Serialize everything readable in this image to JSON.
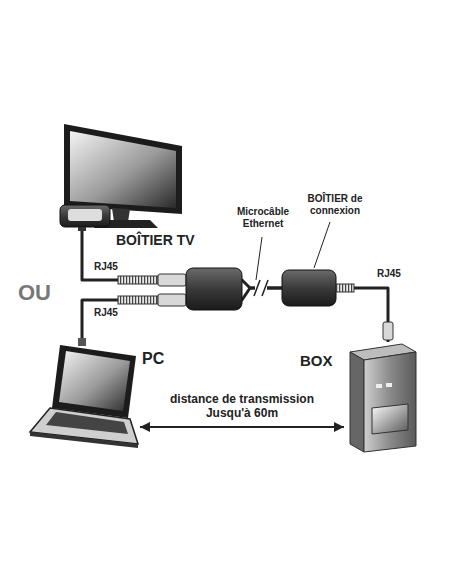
{
  "diagram": {
    "nodes": [
      {
        "text": [
          "BOÎTIER TV"
        ]
      },
      {
        "text": [
          "PC"
        ]
      },
      {
        "text": [
          "BOX"
        ]
      },
      {
        "text": [
          "BOÎTIER de connexion"
        ]
      }
    ],
    "edges": [
      {
        "from": 0,
        "to": 3,
        "arrow": "none"
      },
      {
        "from": 1,
        "to": 3,
        "arrow": "none"
      },
      {
        "from": 3,
        "to": 2,
        "arrow": "none"
      },
      {
        "from": 1,
        "to": 2,
        "arrow": "both",
        "label": "distance de transmission Jusqu'à 60m"
      }
    ],
    "labels": [
      "OU",
      "RJ45",
      "RJ45",
      "Microcâble Ethernet",
      "RJ45"
    ]
  }
}
